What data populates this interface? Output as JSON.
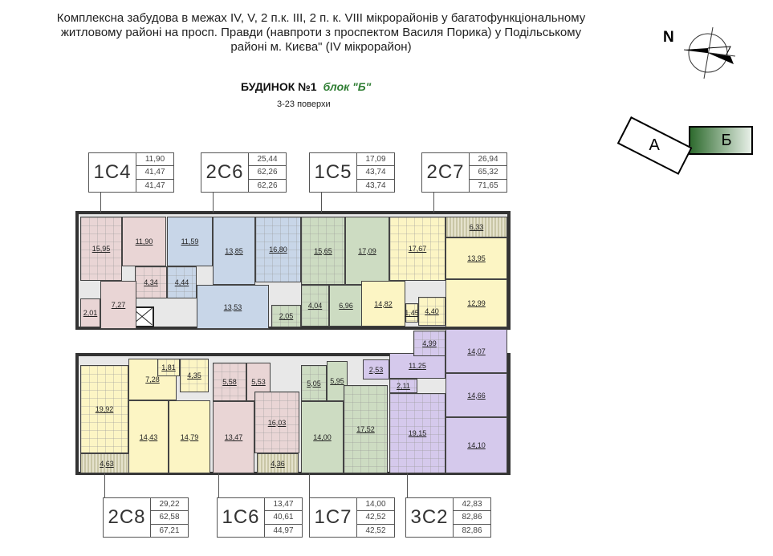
{
  "title_lines": [
    "Комплексна забудова в межах IV, V, 2 п.к. III, 2 п. к. VIII мікрорайонів у багатофункціональному",
    "житловому районі на просп. Правди (навпроти з проспектом Василя Порика) у Подільському",
    "районі м. Києва\" (IV мікрорайон)"
  ],
  "building": {
    "name": "БУДИНОК №1",
    "block": "блок \"Б\"",
    "floors": "3-23 поверхи"
  },
  "compass": {
    "north_label": "N"
  },
  "block_scheme": {
    "a": "А",
    "b": "Б",
    "active_color": "#2e6b2e"
  },
  "units": [
    {
      "code": "1С4",
      "values": [
        "11,90",
        "41,47",
        "41,47"
      ],
      "rooms": [
        "15,95",
        "11,90",
        "4,34",
        "7,27",
        "2,01"
      ]
    },
    {
      "code": "2С6",
      "values": [
        "25,44",
        "62,26",
        "62,26"
      ],
      "rooms": [
        "11,59",
        "13,85",
        "16,80",
        "4,44",
        "13,53"
      ]
    },
    {
      "code": "1С5",
      "values": [
        "17,09",
        "43,74",
        "43,74"
      ],
      "rooms": [
        "15,65",
        "17,09",
        "4,04",
        "6,96",
        "2,05"
      ]
    },
    {
      "code": "2С7",
      "values": [
        "26,94",
        "65,32",
        "71,65"
      ],
      "rooms": [
        "17,67",
        "6,33",
        "13,95",
        "14,82",
        "1,45",
        "4,40",
        "12,99"
      ]
    },
    {
      "code": "2С8",
      "values": [
        "29,22",
        "62,58",
        "67,21"
      ],
      "rooms": [
        "19,92",
        "4,63",
        "7,28",
        "1,81",
        "4,35",
        "14,43",
        "14,79"
      ]
    },
    {
      "code": "1С6",
      "values": [
        "13,47",
        "40,61",
        "44,97"
      ],
      "rooms": [
        "5,58",
        "5,53",
        "13,47",
        "16,03",
        "4,36"
      ]
    },
    {
      "code": "1С7",
      "values": [
        "14,00",
        "42,52",
        "42,52"
      ],
      "rooms": [
        "5,05",
        "5,95",
        "14,00",
        "17,52"
      ]
    },
    {
      "code": "3С2",
      "values": [
        "42,83",
        "82,86",
        "82,86"
      ],
      "rooms": [
        "2,53",
        "11,25",
        "4,99",
        "2,11",
        "19,15",
        "14,07",
        "14,66",
        "14,10"
      ]
    }
  ]
}
